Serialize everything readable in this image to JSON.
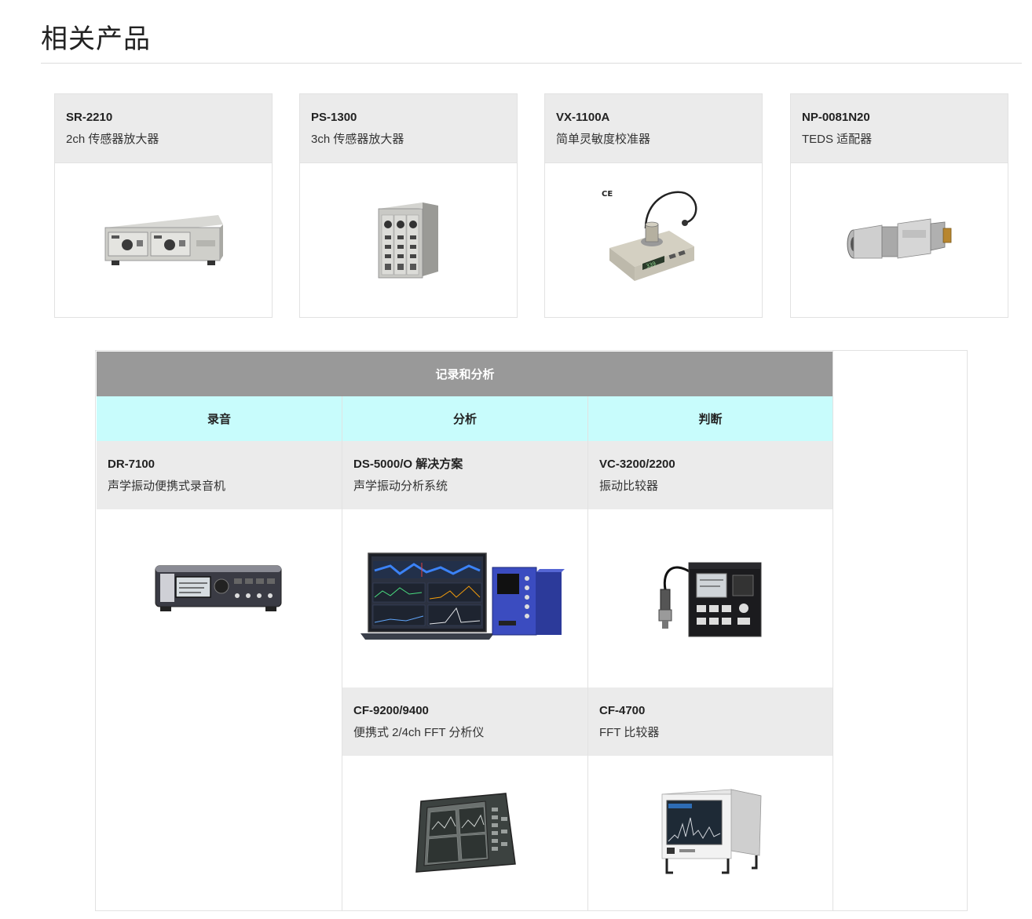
{
  "section_title": "相关产品",
  "related_products": [
    {
      "model": "SR-2210",
      "desc": "2ch 传感器放大器",
      "icon": "amplifier-2ch-device-icon"
    },
    {
      "model": "PS-1300",
      "desc": "3ch 传感器放大器",
      "icon": "amplifier-3ch-device-icon"
    },
    {
      "model": "VX-1100A",
      "desc": "简单灵敏度校准器",
      "icon": "calibrator-device-icon"
    },
    {
      "model": "NP-0081N20",
      "desc": "TEDS 适配器",
      "icon": "bnc-adapter-icon"
    }
  ],
  "flow": {
    "header": "记录和分析",
    "columns": [
      "录音",
      "分析",
      "判断"
    ],
    "cells": [
      {
        "model": "DR-7100",
        "desc": "声学振动便携式录音机",
        "icon": "portable-recorder-icon"
      },
      {
        "model": "DS-5000/O 解决方案",
        "desc": "声学振动分析系统",
        "icon": "analysis-system-laptop-icon"
      },
      {
        "model": "VC-3200/2200",
        "desc": "振动比较器",
        "icon": "vibration-comparator-icon"
      },
      {
        "model": "CF-9200/9400",
        "desc": "便携式 2/4ch FFT 分析仪",
        "icon": "portable-fft-analyzer-icon"
      },
      {
        "model": "CF-4700",
        "desc": "FFT 比较器",
        "icon": "fft-comparator-icon"
      }
    ]
  },
  "colors": {
    "card_head_bg": "#ebebeb",
    "flow_header_bg": "#999999",
    "column_header_bg": "#c8fcfc"
  }
}
